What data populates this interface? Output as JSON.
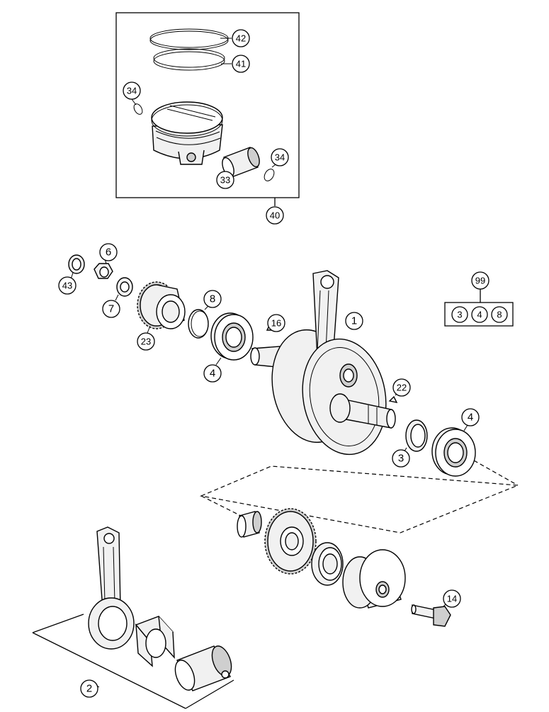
{
  "callouts": {
    "c42": "42",
    "c41": "41",
    "c34a": "34",
    "c34b": "34",
    "c33": "33",
    "c40": "40",
    "c6": "6",
    "c43": "43",
    "c7": "7",
    "c8": "8",
    "c16": "16",
    "c1": "1",
    "c23": "23",
    "c4a": "4",
    "c22": "22",
    "c3": "3",
    "c4b": "4",
    "c14": "14",
    "c2": "2",
    "c99": "99"
  },
  "kit_99": [
    "3",
    "4",
    "8"
  ]
}
